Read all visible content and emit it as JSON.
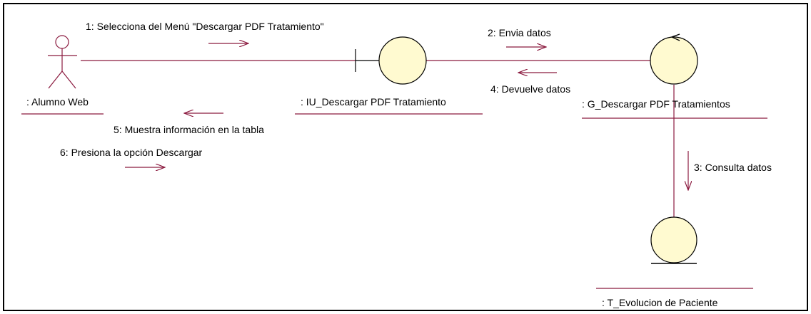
{
  "colors": {
    "line": "#8b1a3f",
    "fill": "#fffad0",
    "stroke": "#000000",
    "frame": "#000000",
    "background": "#ffffff"
  },
  "objects": {
    "actor": ": Alumno Web",
    "boundary": ": IU_Descargar PDF Tratamiento",
    "control": ": G_Descargar PDF Tratamientos",
    "entity": ": T_Evolucion de Paciente"
  },
  "messages": {
    "m1": "1: Selecciona del Menú \"Descargar PDF Tratamiento\"",
    "m2": "2: Envia datos",
    "m3": "3: Consulta datos",
    "m4": "4: Devuelve datos",
    "m5": "5: Muestra información en la tabla",
    "m6": "6: Presiona la opción Descargar"
  },
  "icons": {
    "actor": "actor-icon",
    "boundary": "boundary-icon",
    "control": "control-icon",
    "entity": "entity-icon"
  }
}
